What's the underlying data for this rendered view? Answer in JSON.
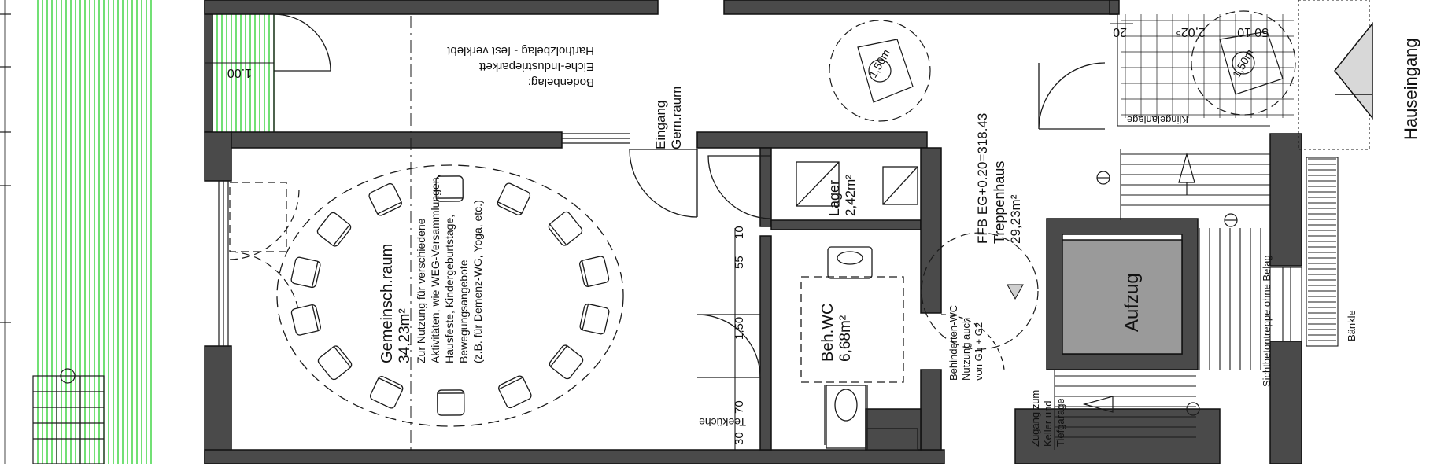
{
  "plan": {
    "colors": {
      "wall": "#4a4a4a",
      "line": "#1a1a1a",
      "lawn": "#35d23a",
      "elevator": "#9a9a9a",
      "paving": "#d8d8d8"
    },
    "rooms": {
      "common_room": {
        "name": "Gemeinsch.raum",
        "area": "34,23m²",
        "desc_1": "Zur Nutzung für verschiedene",
        "desc_2": "Aktivitäten, wie WEG-Versammlungen,",
        "desc_3": "Hausfeste, Kindergeburtstage,",
        "desc_4": "Bewegungsangebote",
        "desc_5": "(z.B. für Demenz-WG, Yoga, etc.)"
      },
      "storage": {
        "name": "Lager",
        "area": "2,42m²"
      },
      "accessible_wc": {
        "name": "Beh.WC",
        "area": "6,68m²"
      },
      "stairwell": {
        "level": "FFB EG+0.20=318.43",
        "name": "Treppenhaus",
        "area": "29,23m²"
      }
    },
    "labels": {
      "floor_title": "Bodenbelag:",
      "floor_line1": "Eiche-Industrieparkett",
      "floor_line2": "Hartholzbelag - fest verklebt",
      "entrance_common_1": "Eingang",
      "entrance_common_2": "Gem.raum",
      "elevator": "Aufzug",
      "main_entrance": "Hauseingang",
      "doorbell": "Klingelanlage",
      "wc_note_1": "Behinderten-WC",
      "wc_note_2": "Nutzung auch",
      "wc_note_3": "von G1 + G2",
      "access_1": "Zugang zum",
      "access_2": "Keller und",
      "access_3": "Tiefgarage",
      "kitchenette": "Teeküche",
      "stair_note": "Sichtbetontreppe ohne Belag",
      "benches": "Bänkle",
      "turning_circle_left": "1,50m",
      "turning_circle_right": "1,50m"
    },
    "dimensions": {
      "d1": "1.00",
      "d2": "10",
      "d3": "55",
      "d4": "1,50",
      "d5": "70",
      "d6": "30",
      "d7": "20",
      "d8": "2,02⁵",
      "d9": "50",
      "d10": "10"
    }
  }
}
